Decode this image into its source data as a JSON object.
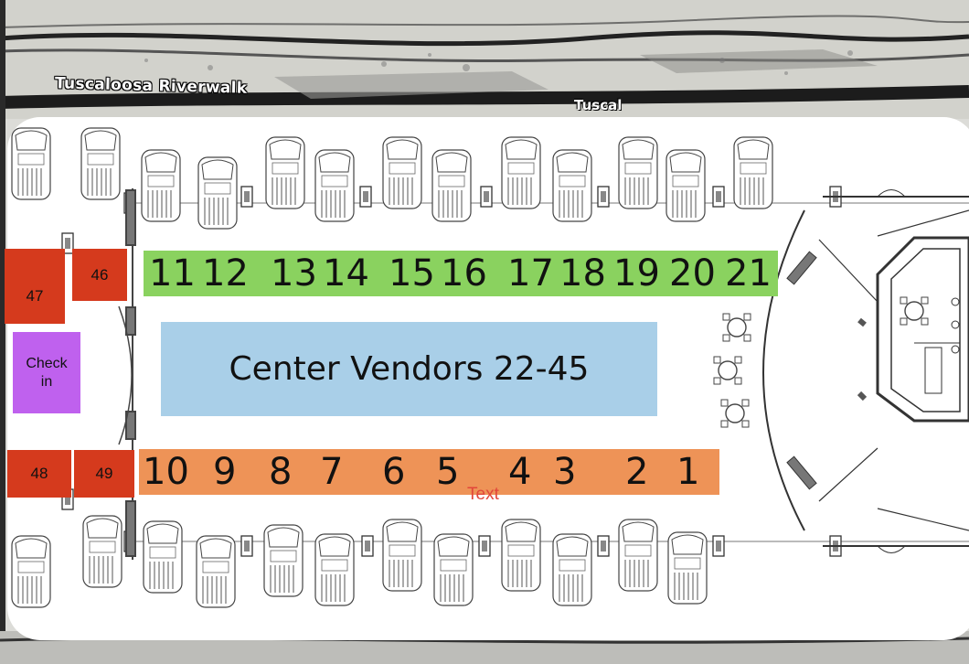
{
  "map": {
    "place_labels": {
      "riverwalk": "Tuscaloosa Riverwalk",
      "street_partial": "Tuscal"
    },
    "top_row_booths": [
      "11",
      "12",
      "13",
      "14",
      "15",
      "16",
      "17",
      "18",
      "19",
      "20",
      "21"
    ],
    "bottom_row_booths": [
      "10",
      "9",
      "8",
      "7",
      "6",
      "5",
      "4",
      "3",
      "2",
      "1"
    ],
    "center_vendors": "Center Vendors 22-45",
    "corner_booths": {
      "b46": "46",
      "b47": "47",
      "b48": "48",
      "b49": "49"
    },
    "check_in": {
      "line1": "Check",
      "line2": "in"
    },
    "placeholder_text": "Text",
    "colors": {
      "top_row": "#8ad25f",
      "bottom_row": "#ee9357",
      "center": "#a9cfe8",
      "corner_booth": "#d53a1d",
      "check_in": "#bf61ee",
      "placeholder_text": "#e2463a"
    }
  }
}
